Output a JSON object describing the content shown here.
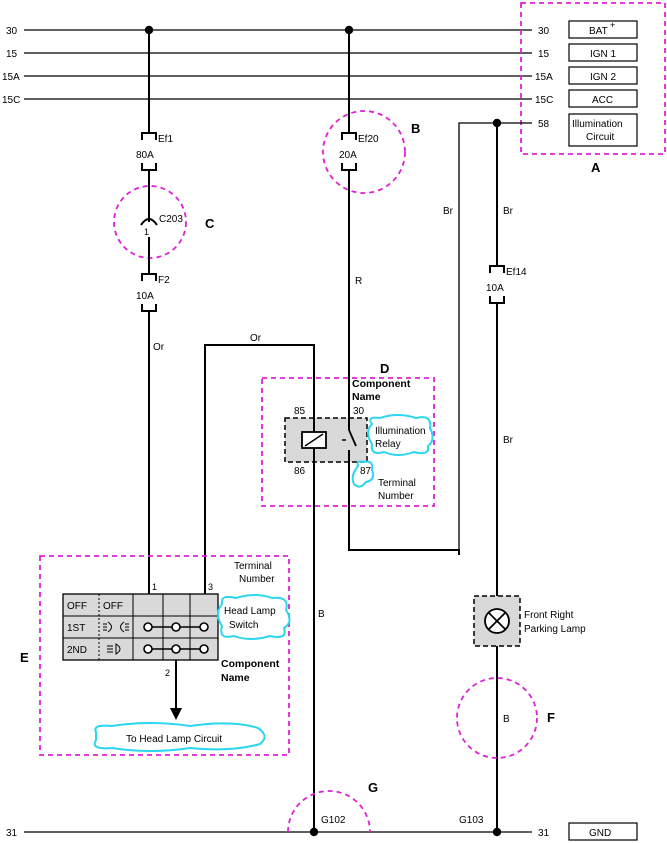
{
  "bus": {
    "line_30": "30",
    "line_15": "15",
    "line_15a": "15A",
    "line_15c": "15C",
    "line_58": "58",
    "line_31": "31",
    "bat": "BAT",
    "bat_sup": "+",
    "ign1": "IGN 1",
    "ign2": "IGN 2",
    "acc": "ACC",
    "illum_1": "Illumination",
    "illum_2": "Circuit",
    "gnd": "GND"
  },
  "fuses": {
    "ef1_name": "Ef1",
    "ef1_rating": "80A",
    "ef20_name": "Ef20",
    "ef20_rating": "20A",
    "f2_name": "F2",
    "f2_rating": "10A",
    "ef14_name": "Ef14",
    "ef14_rating": "10A"
  },
  "connector": {
    "name": "C203",
    "pin": "1"
  },
  "wires": {
    "or_left": "Or",
    "or_top": "Or",
    "r": "R",
    "br_left": "Br",
    "br_right": "Br",
    "br_lower": "Br",
    "b_center": "B",
    "b_right": "B"
  },
  "relay": {
    "t85": "85",
    "t30": "30",
    "t86": "86",
    "t87": "87",
    "name_1": "Illumination",
    "name_2": "Relay"
  },
  "callouts": {
    "a": "A",
    "b": "B",
    "c": "C",
    "d": "D",
    "e": "E",
    "f": "F",
    "g": "G",
    "component_name_d_1": "Component",
    "component_name_d_2": "Name",
    "terminal_number_d_1": "Terminal",
    "terminal_number_d_2": "Number",
    "terminal_number_e_1": "Terminal",
    "terminal_number_e_2": "Number",
    "component_name_e_1": "Component",
    "component_name_e_2": "Name"
  },
  "switch": {
    "row1_label": "OFF",
    "row1_icon": "OFF",
    "row2_label": "1ST",
    "row3_label": "2ND",
    "pin1": "1",
    "pin2": "2",
    "pin3": "3",
    "name_1": "Head Lamp",
    "name_2": "Switch",
    "to_circuit": "To Head Lamp Circuit"
  },
  "lamp": {
    "name_1": "Front Right",
    "name_2": "Parking Lamp"
  },
  "grounds": {
    "g102": "G102",
    "g103": "G103"
  }
}
